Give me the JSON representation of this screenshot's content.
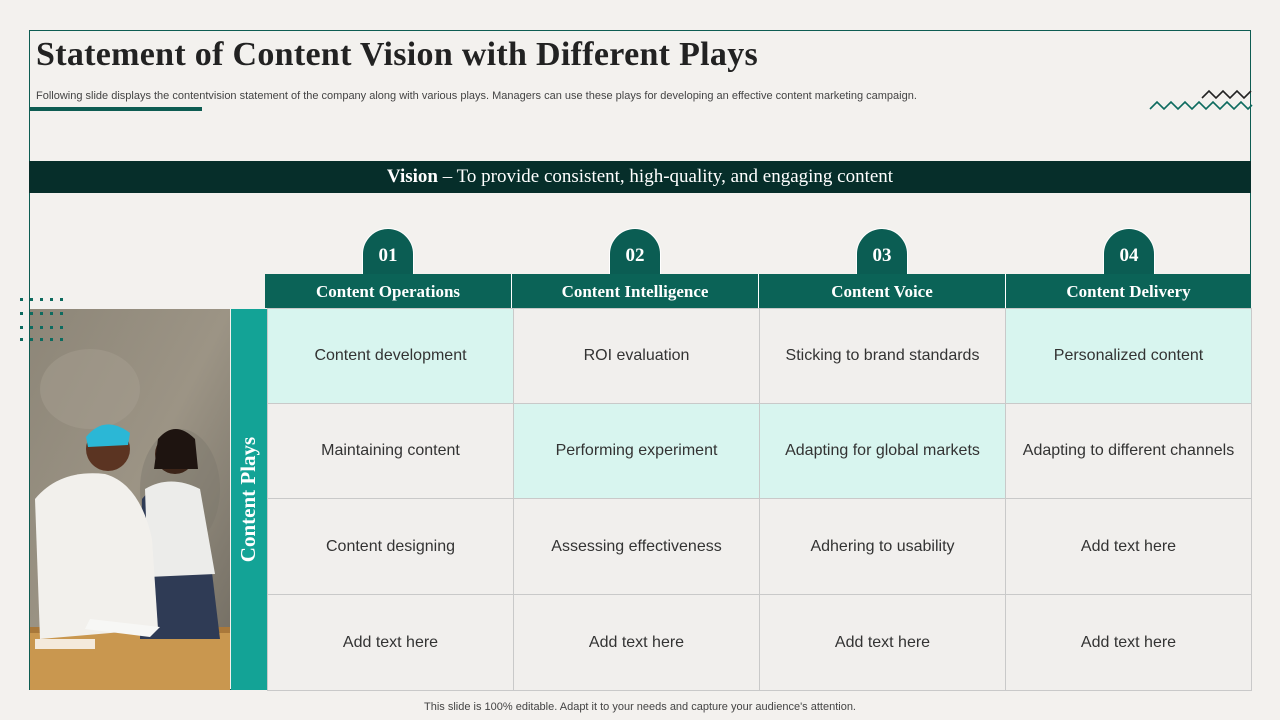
{
  "title": "Statement of Content Vision with Different Plays",
  "subtitle": "Following slide displays the contentvision statement of the company along with various plays. Managers can use these plays for developing an effective content marketing campaign.",
  "vision": {
    "label": "Vision",
    "text": " – To provide consistent,  high-quality,  and engaging  content"
  },
  "plays": [
    {
      "number": "01",
      "name": "Content Operations"
    },
    {
      "number": "02",
      "name": "Content Intelligence"
    },
    {
      "number": "03",
      "name": "Content Voice"
    },
    {
      "number": "04",
      "name": "Content Delivery"
    }
  ],
  "side_label": "Content Plays",
  "rows": [
    [
      "Content development",
      "ROI  evaluation",
      "Sticking to brand standards",
      "Personalized content"
    ],
    [
      "Maintaining content",
      "Performing experiment",
      "Adapting for global markets",
      "Adapting to different channels"
    ],
    [
      "Content designing",
      "Assessing effectiveness",
      "Adhering to usability",
      "Add text here"
    ],
    [
      "Add text here",
      "Add text here",
      "Add text here",
      "Add text here"
    ]
  ],
  "footer": "This slide is 100% editable. Adapt it to your needs and capture your audience's attention.",
  "colors": {
    "dark_teal": "#062e2a",
    "header_teal": "#0b6357",
    "side_teal": "#13a396",
    "highlight": "#d8f5ef"
  }
}
